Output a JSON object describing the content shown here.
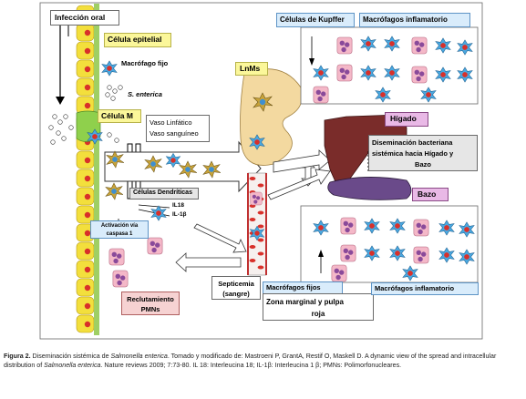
{
  "diagram": {
    "labels": {
      "oral_infection": "Infección oral",
      "epithelial_cell": "Célula epitelial",
      "fixed_macrophage": "Macrófago fijo",
      "s_enterica": "S. enterica",
      "m_cell": "Célula M",
      "vessels": [
        "Vaso Linfático",
        "Vaso sanguíneo"
      ],
      "dendritic_cells": "Células Dendríticas",
      "il18": "IL18",
      "il1b": "IL-1β",
      "caspase_activation": [
        "Activación vía",
        "caspasa 1"
      ],
      "pmn_recruitment": [
        "Reclutamiento",
        "PMNs"
      ],
      "lnms": "LnMs",
      "kupffer": "Células de Kupffer",
      "inflammatory_macrophages_top": "Macrófagos inflamatorio",
      "liver": "Hígado",
      "dissemination": [
        "Diseminación bacteriana",
        "sistémica hacia Hígado y",
        "Bazo"
      ],
      "spleen": "Bazo",
      "septicemia": [
        "Septicemia",
        "(sangre)"
      ],
      "fixed_macrophages": "Macrófagos fijos",
      "marginal_zone": [
        "Zona marginal y pulpa",
        "roja"
      ],
      "inflammatory_macrophages_bottom": "Macrófagos inflamatorio"
    }
  },
  "caption": {
    "label": "Figura 2.",
    "text_1": " Diseminación sistémica de ",
    "italic_1": "Salmonella enterica",
    "text_2": ". Tomado y modificado de: Mastroeni P, GrantA, Restif O, Maskell D. A dynamic view of the spread and intracellular distribution of ",
    "italic_2": "Salmonella enterica",
    "text_3": ". Nature reviews 2009; 7:73-80. IL 18: Interleucina 18; IL-1β: Interleucina 1 β; PMNs: Polimorfonucleares."
  },
  "colors": {
    "epithelial": "#f3df3c",
    "nucleus": "#d8302a",
    "macrophage": "#4aa8e0",
    "dendritic": "#c8a33a",
    "liver": "#7a2c2a",
    "spleen": "#6a4a8a",
    "lymph_node": "#f3d9a0",
    "pmn": "#8a4a9a"
  }
}
